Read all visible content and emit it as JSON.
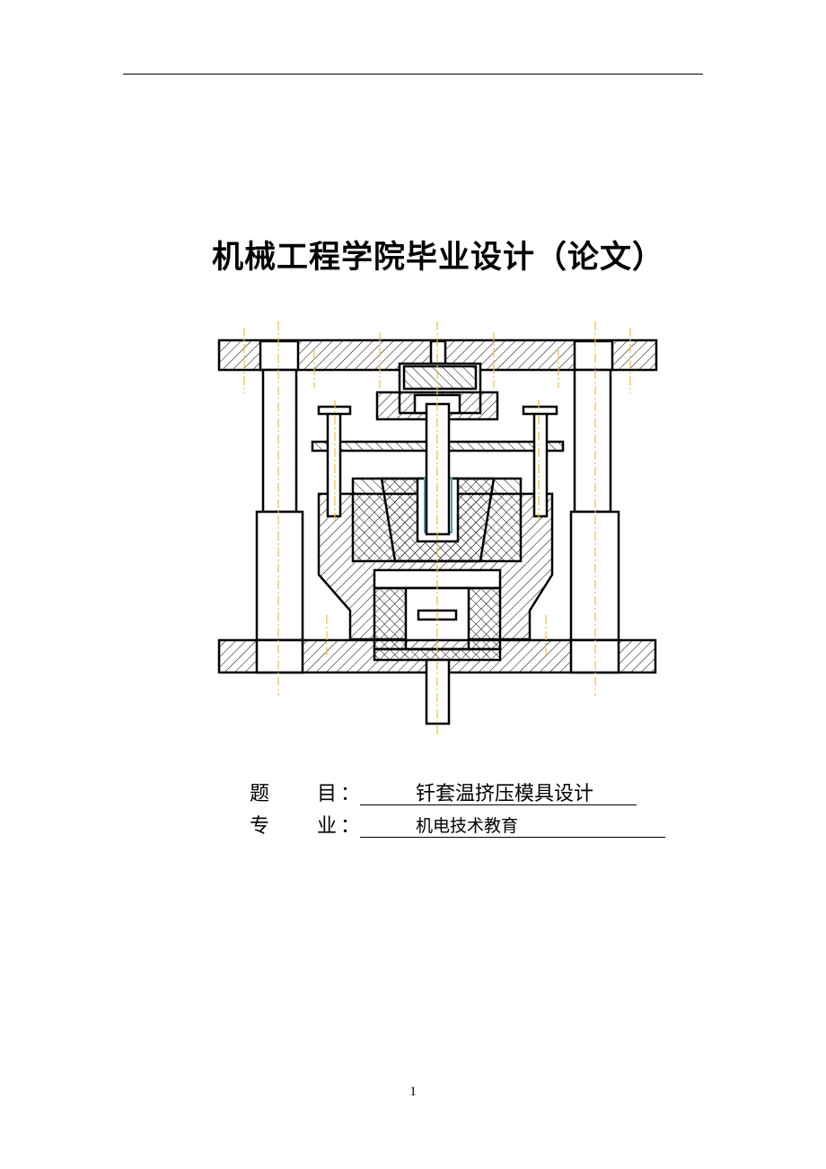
{
  "header": {
    "title": "机械工程学院毕业设计（论文）"
  },
  "fields": [
    {
      "label_1": "题",
      "label_2": "目",
      "colon": "：",
      "value": "钎套温挤压模具设计"
    },
    {
      "label_1": "专",
      "label_2": "业",
      "colon": "：",
      "value": "机电技术教育"
    }
  ],
  "footer": {
    "page_number": "1"
  },
  "colors": {
    "line": "#000000",
    "centerline": "#e8c040",
    "accent": "#4aa8b8"
  }
}
